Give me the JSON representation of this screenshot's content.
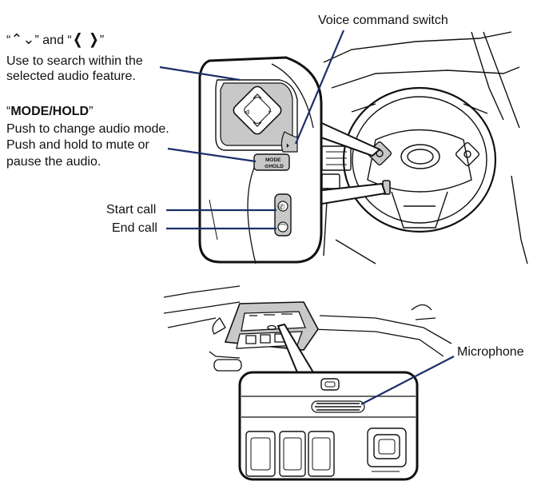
{
  "callouts": {
    "arrows": {
      "quote_open": "“",
      "and_open": "” and “",
      "quote_close": "”",
      "line1": "Use to search within the",
      "line2": "selected audio feature."
    },
    "mode_hold": {
      "title": "MODE/HOLD",
      "line1": "Push to change audio mode.",
      "line2": "Push and hold to mute or",
      "line3": "pause the audio."
    },
    "start_call": "Start call",
    "end_call": "End call",
    "voice_command": "Voice command switch",
    "microphone": "Microphone"
  },
  "switch_labels": {
    "mode_line1": "MODE",
    "mode_line2": "⊙HOLD"
  },
  "colors": {
    "leader_line": "#1c2f6b",
    "highlight": "#c8c8c8",
    "ink": "#111111"
  }
}
